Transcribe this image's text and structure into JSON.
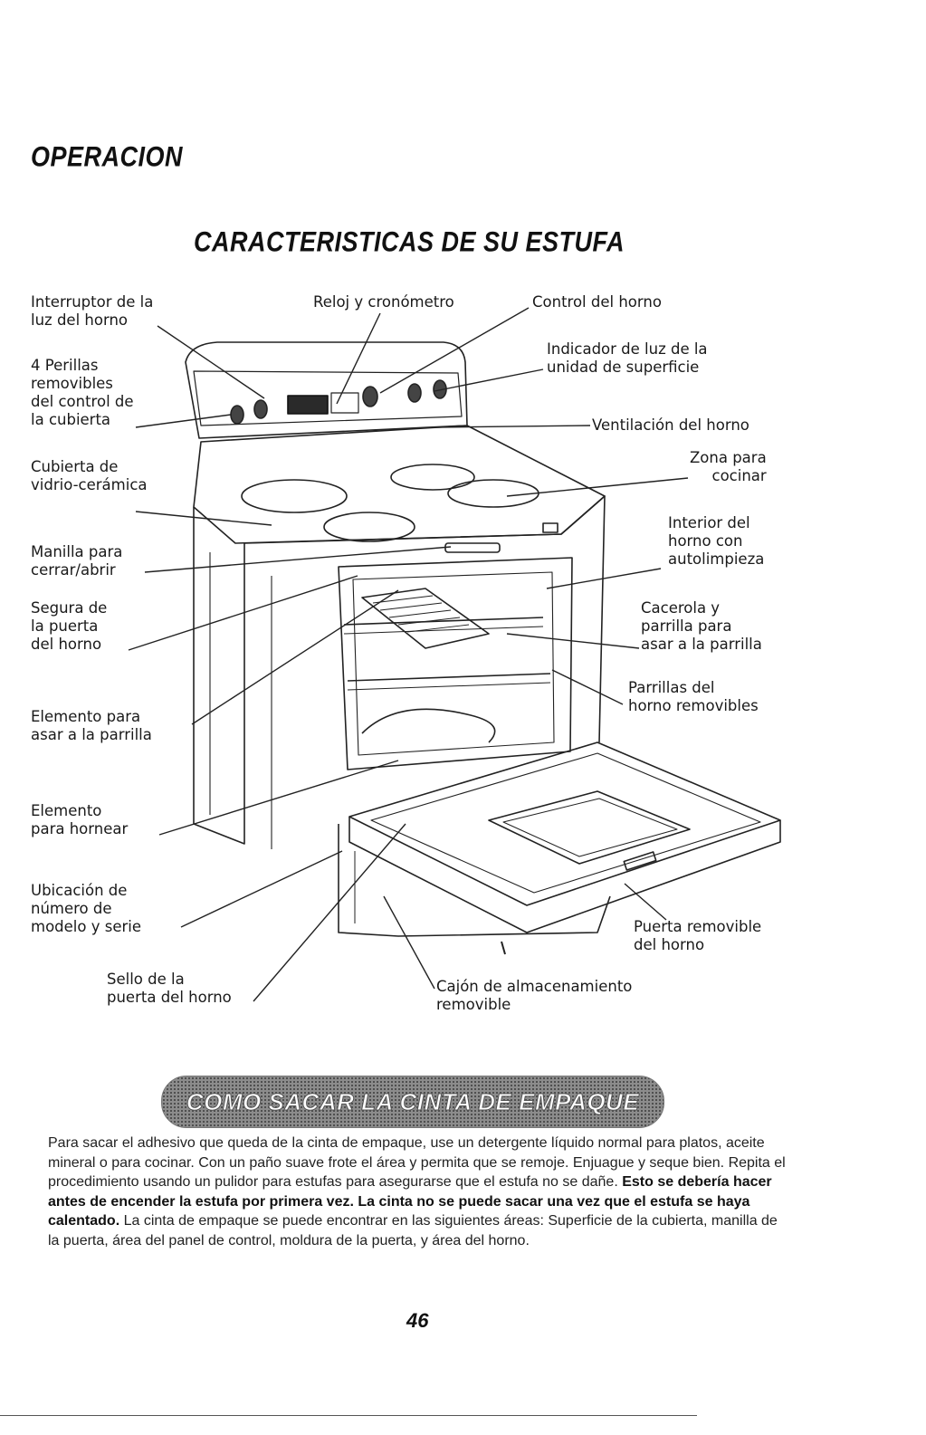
{
  "header": {
    "section": "OPERACION",
    "title": "CARACTERISTICAS DE SU ESTUFA"
  },
  "labels": {
    "oven_light_switch": [
      "Interruptor de la",
      "luz del horno"
    ],
    "clock_timer": [
      "Reloj y cronómetro"
    ],
    "oven_control": [
      "Control del horno"
    ],
    "knobs": [
      "4 Perillas",
      "removibles",
      "del control de",
      "la cubierta"
    ],
    "surface_light": [
      "Indicador de luz de la",
      "unidad de superficie"
    ],
    "oven_vent": [
      "Ventilación del horno"
    ],
    "cooktop": [
      "Cubierta de",
      "vidrio-cerámica"
    ],
    "cooking_zone": [
      "Zona para",
      "cocinar"
    ],
    "self_clean": [
      "Interior del",
      "horno con",
      "autolimpieza"
    ],
    "door_handle": [
      "Manilla para",
      "cerrar/abrir"
    ],
    "door_lock": [
      "Segura de",
      "la puerta",
      "del horno"
    ],
    "broiler_pan": [
      "Cacerola y",
      "parrilla para",
      "asar a la parrilla"
    ],
    "racks": [
      "Parrillas del",
      "horno removibles"
    ],
    "broil_element": [
      "Elemento para",
      "asar a la parrilla"
    ],
    "bake_element": [
      "Elemento",
      "para hornear"
    ],
    "model_serial": [
      "Ubicación de",
      "número de",
      "modelo y serie"
    ],
    "removable_door": [
      "Puerta removible",
      "del horno"
    ],
    "door_seal": [
      "Sello de la",
      "puerta del horno"
    ],
    "storage_drawer": [
      "Cajón de almacenamiento",
      "removible"
    ]
  },
  "banner": {
    "title": "COMO SACAR LA CINTA DE EMPAQUE"
  },
  "body": {
    "p1": "Para sacar el adhesivo que queda de la cinta de empaque, use un detergente líquido normal para platos, aceite mineral o para cocinar. Con un paño suave frote el área y permita que se remoje. Enjuague y seque bien. Repita el procedimiento usando un pulidor para estufas para asegurarse que el estufa no se dañe.",
    "p1_bold": "Esto se debería hacer antes de encender la estufa por primera vez. La cinta no se puede sacar una vez que el estufa se haya calentado.",
    "p1_end": "La cinta de empaque se puede encontrar en las siguientes áreas: Superficie de la cubierta, manilla de la puerta, área del panel de control, moldura de la puerta, y área del horno."
  },
  "footer": {
    "page_number": "46"
  }
}
